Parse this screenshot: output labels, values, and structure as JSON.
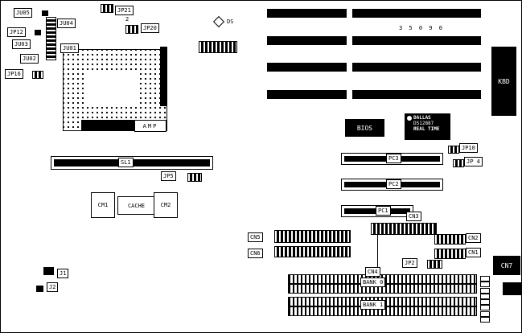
{
  "diagram": {
    "jumpers": {
      "ju05": "JU05",
      "jp12": "JP12",
      "ju04": "JU04",
      "ju03": "JU03",
      "ju01": "JU01",
      "ju02": "JU02",
      "jp16": "JP16",
      "jp21": "JP21",
      "jp20": "JP20",
      "jp20_pin": "2",
      "jp10": "JP10",
      "jp4": "JP 4",
      "jp5": "JP5",
      "jp2": "JP2",
      "j1": "J1",
      "j2": "J2"
    },
    "connectors": {
      "cn1": "CN1",
      "cn2": "CN2",
      "cn3": "CN3",
      "cn4": "CN4",
      "cn5": "CN5",
      "cn6": "CN6",
      "cn7": "CN7",
      "kbd": "KBD",
      "ds": "DS"
    },
    "slots": {
      "pc1": "PC1",
      "pc2": "PC2",
      "pc3": "PC3",
      "sl1": "SL1",
      "bank0": "BANK 0",
      "bank1": "BANK 1"
    },
    "chips": {
      "bios": "BIOS",
      "cache": "CACHE",
      "cm1": "CM1",
      "cm2": "CM2",
      "amp": "AMP",
      "rtc_line1": "DALLAS",
      "rtc_line2": "DS12887",
      "rtc_line3": "REAL TIME"
    },
    "text": {
      "board_code": "3 5 0 9 0"
    },
    "colors": {
      "ink": "#000000",
      "paper": "#ffffff"
    }
  }
}
